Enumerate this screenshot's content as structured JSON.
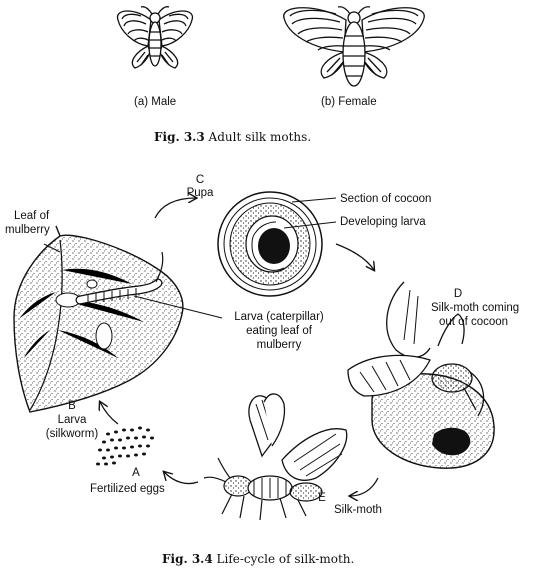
{
  "fig33": {
    "male_label": "(a) Male",
    "female_label": "(b) Female",
    "caption_num": "Fig. 3.3",
    "caption_text": "Adult silk moths."
  },
  "fig34": {
    "stage_c_letter": "C",
    "stage_c_name": "Pupa",
    "cocoon_section": "Section of cocoon",
    "developing_larva": "Developing larva",
    "leaf_label_1": "Leaf of",
    "leaf_label_2": "mulberry",
    "larva_eating_1": "Larva (caterpillar)",
    "larva_eating_2": "eating leaf of",
    "larva_eating_3": "mulberry",
    "stage_d_letter": "D",
    "stage_d_text_1": "Silk-moth coming",
    "stage_d_text_2": "out of cocoon",
    "stage_b_letter": "B",
    "stage_b_text_1": "Larva",
    "stage_b_text_2": "(silkworm)",
    "stage_a_letter": "A",
    "stage_a_text": "Fertilized eggs",
    "stage_e_letter": "E",
    "stage_e_text": "Silk-moth",
    "caption_num": "Fig. 3.4",
    "caption_text": "Life-cycle of silk-moth."
  },
  "colors": {
    "ink": "#111111",
    "paper": "#ffffff"
  }
}
